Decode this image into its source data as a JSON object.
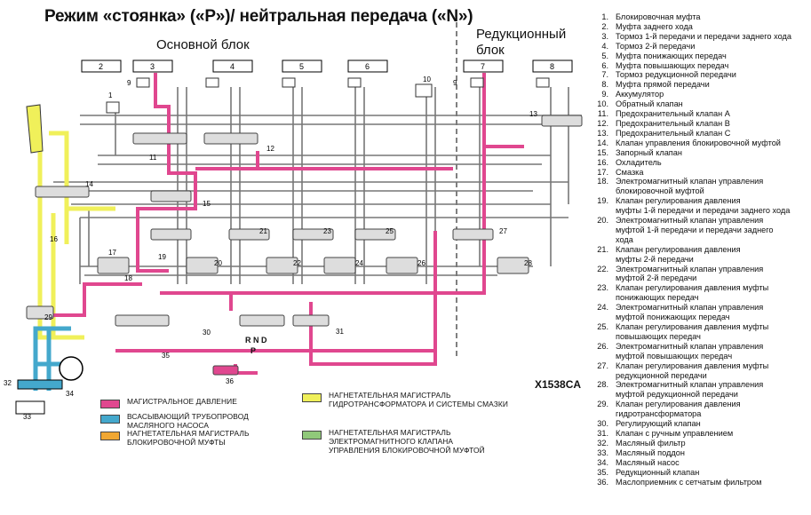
{
  "title": "Режим «стоянка» («Р»)/ нейтральная передача («N»)",
  "block_main": "Основной блок",
  "block_reduction": "Редукционный блок",
  "image_code": "X1538CA",
  "selector_positions": {
    "top": "R N D",
    "bottom": "P"
  },
  "colors": {
    "main_line": "#e0478f",
    "suction": "#44a8cc",
    "lockup": "#f0a733",
    "torque_converter": "#f0f05a",
    "solenoid_line": "#90c97a",
    "hydraulic": "#555555"
  },
  "legend_keys": [
    {
      "color": "#e0478f",
      "label": "МАГИСТРАЛЬНОЕ ДАВЛЕНИЕ"
    },
    {
      "color": "#44a8cc",
      "label": "ВСАСЫВАЮЩИЙ ТРУБОПРОВОД\nМАСЛЯНОГО НАСОСА"
    },
    {
      "color": "#f0a733",
      "label": "НАГНЕТАТЕЛЬНАЯ МАГИСТРАЛЬ\nБЛОКИРОВОЧНОЙ МУФТЫ"
    },
    {
      "color": "#f0f05a",
      "label": "НАГНЕТАТЕЛЬНАЯ МАГИСТРАЛЬ\nГИДРОТРАНСФОРМАТОРА И СИСТЕМЫ СМАЗКИ"
    },
    {
      "color": "#90c97a",
      "label": "НАГНЕТАТЕЛЬНАЯ МАГИСТРАЛЬ\nЭЛЕКТРОМАГНИТНОГО КЛАПАНА\nУПРАВЛЕНИЯ БЛОКИРОВОЧНОЙ МУФТОЙ"
    }
  ],
  "component_list": [
    {
      "num": "1.",
      "text": "Блокировочная муфта"
    },
    {
      "num": "2.",
      "text": "Муфта заднего хода"
    },
    {
      "num": "3.",
      "text": "Тормоз 1-й передачи и передачи заднего хода"
    },
    {
      "num": "4.",
      "text": "Тормоз 2-й передачи"
    },
    {
      "num": "5.",
      "text": "Муфта понижающих передач"
    },
    {
      "num": "6.",
      "text": "Муфта повышающих передач"
    },
    {
      "num": "7.",
      "text": "Тормоз редукционной передачи"
    },
    {
      "num": "8.",
      "text": "Муфта прямой передачи"
    },
    {
      "num": "9.",
      "text": "Аккумулятор"
    },
    {
      "num": "10.",
      "text": "Обратный клапан"
    },
    {
      "num": "11.",
      "text": "Предохранительный клапан А"
    },
    {
      "num": "12.",
      "text": "Предохранительный клапан В"
    },
    {
      "num": "13.",
      "text": "Предохранительный клапан С"
    },
    {
      "num": "14.",
      "text": "Клапан управления блокировочной муфтой"
    },
    {
      "num": "15.",
      "text": "Запорный клапан"
    },
    {
      "num": "16.",
      "text": "Охладитель"
    },
    {
      "num": "17.",
      "text": "Смазка"
    },
    {
      "num": "18.",
      "text": "Электромагнитный клапан управления"
    },
    {
      "num": "",
      "text": "блокировочной муфтой"
    },
    {
      "num": "19.",
      "text": "Клапан регулирования давления"
    },
    {
      "num": "",
      "text": "муфты 1-й передачи и передачи заднего хода"
    },
    {
      "num": "20.",
      "text": "Электромагнитный клапан управления"
    },
    {
      "num": "",
      "text": "муфтой 1-й передачи и передачи заднего"
    },
    {
      "num": "",
      "text": "хода"
    },
    {
      "num": "21.",
      "text": "Клапан регулирования давления"
    },
    {
      "num": "",
      "text": "муфты 2-й передачи"
    },
    {
      "num": "22.",
      "text": "Электромагнитный клапан управления"
    },
    {
      "num": "",
      "text": "муфтой 2-й передачи"
    },
    {
      "num": "23.",
      "text": "Клапан регулирования давления муфты"
    },
    {
      "num": "",
      "text": "понижающих передач"
    },
    {
      "num": "24.",
      "text": "Электромагнитный клапан управления"
    },
    {
      "num": "",
      "text": "муфтой понижающих передач"
    },
    {
      "num": "25.",
      "text": "Клапан регулирования давления муфты"
    },
    {
      "num": "",
      "text": "повышающих передач"
    },
    {
      "num": "26.",
      "text": "Электромагнитный клапан управления"
    },
    {
      "num": "",
      "text": "муфтой повышающих передач"
    },
    {
      "num": "27.",
      "text": "Клапан регулирования давления муфты"
    },
    {
      "num": "",
      "text": "редукционной передачи"
    },
    {
      "num": "28.",
      "text": "Электромагнитный клапан управления"
    },
    {
      "num": "",
      "text": "муфтой редукционной передачи"
    },
    {
      "num": "29.",
      "text": "Клапан регулирования давления"
    },
    {
      "num": "",
      "text": "гидротрансформатора"
    },
    {
      "num": "30.",
      "text": "Регулирующий клапан"
    },
    {
      "num": "31.",
      "text": "Клапан с ручным управлением"
    },
    {
      "num": "32.",
      "text": "Масляный фильтр"
    },
    {
      "num": "33.",
      "text": "Масляный поддон"
    },
    {
      "num": "34.",
      "text": "Масляный насос"
    },
    {
      "num": "35.",
      "text": "Редукционный клапан"
    },
    {
      "num": "36.",
      "text": "Маслоприемник с сетчатым фильтром"
    }
  ],
  "component_boxes": [
    {
      "label": "2"
    },
    {
      "label": "3"
    },
    {
      "label": "4"
    },
    {
      "label": "5"
    },
    {
      "label": "6"
    },
    {
      "label": "7"
    },
    {
      "label": "8"
    }
  ],
  "callouts": [
    "1",
    "9",
    "9",
    "10",
    "11",
    "12",
    "13",
    "14",
    "15",
    "16",
    "17",
    "18",
    "19",
    "21",
    "23",
    "25",
    "27",
    "28",
    "20",
    "29",
    "30",
    "31",
    "32",
    "33",
    "34",
    "35",
    "36"
  ]
}
